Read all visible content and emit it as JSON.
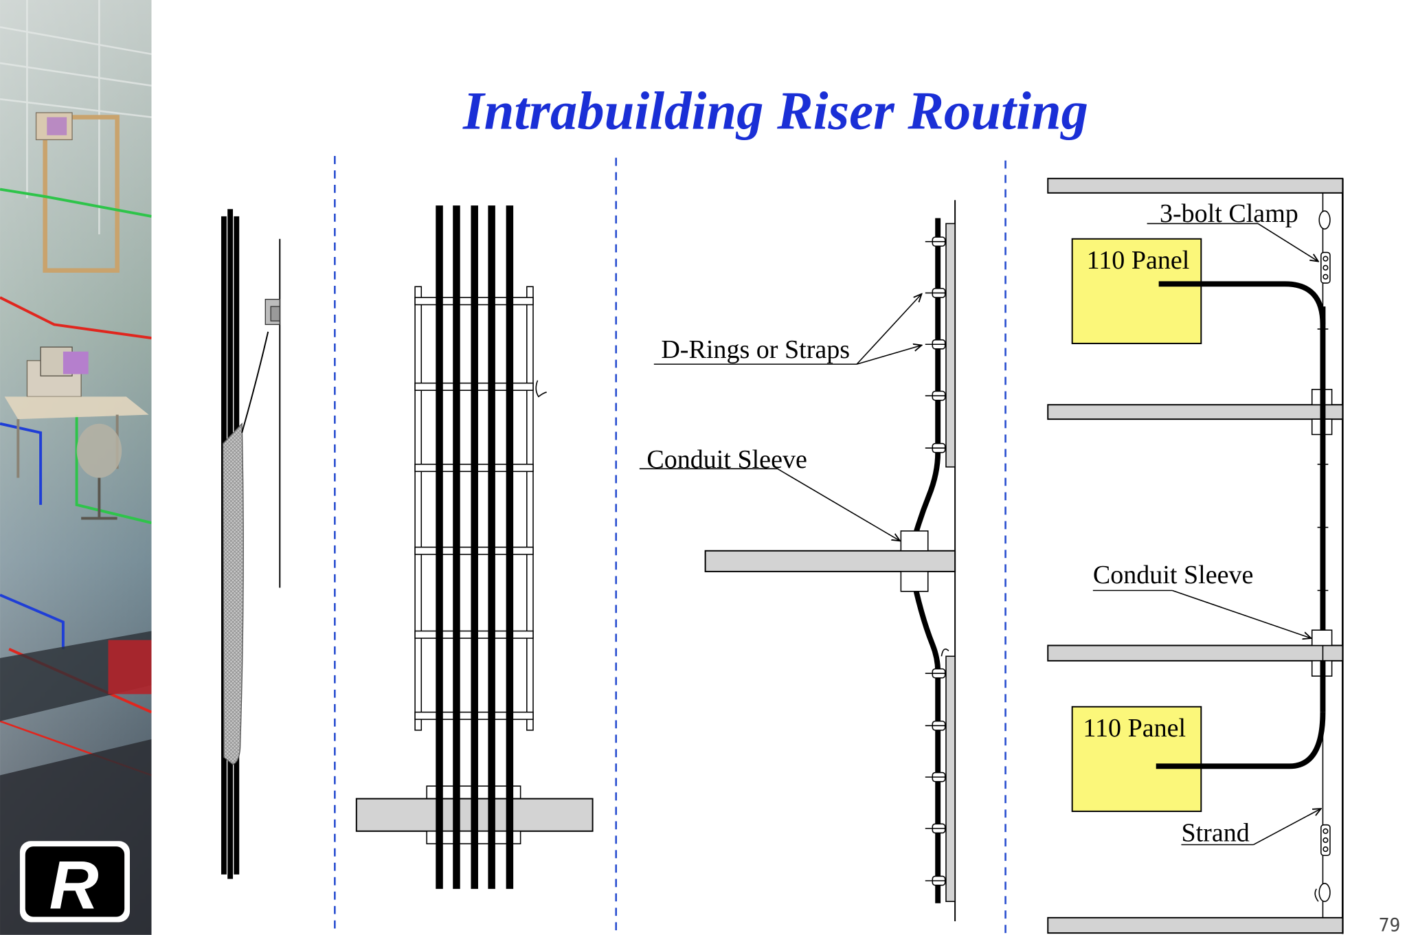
{
  "slide": {
    "title": "Intrabuilding Riser Routing",
    "page_number": "79",
    "title_color": "#1a2fd6",
    "divider_color": "#2a4fd0",
    "panel_fill": "#fbf77a",
    "slab_fill": "#d3d3d3",
    "logo_letter": "R"
  },
  "panel3": {
    "d_rings_label": "D-Rings or Straps",
    "conduit_sleeve_label": "Conduit Sleeve"
  },
  "panel4": {
    "clamp_label": "3-bolt Clamp",
    "panel_top_label": "110 Panel",
    "conduit_sleeve_label": "Conduit Sleeve",
    "panel_bottom_label": "110 Panel",
    "strand_label": "Strand"
  }
}
